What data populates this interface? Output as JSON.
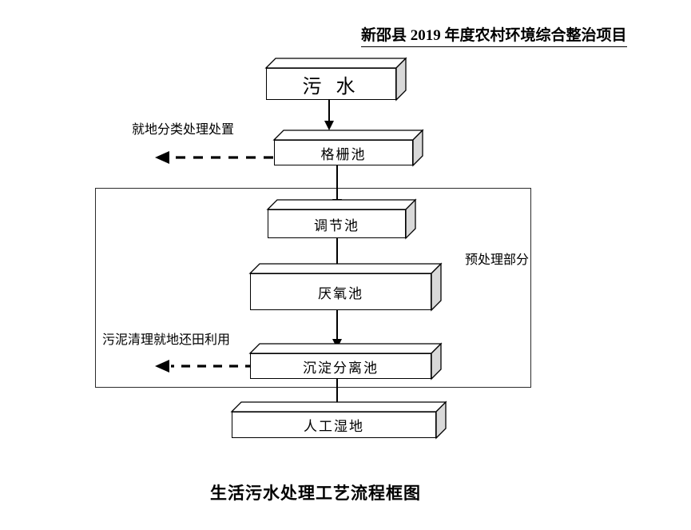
{
  "document": {
    "title": "新邵县 2019 年度农村环境综合整治项目",
    "caption": "生活污水处理工艺流程框图"
  },
  "diagram": {
    "type": "process-flowchart",
    "orientation": "top-to-bottom",
    "region": {
      "label": "预处理部分",
      "contains": [
        "调节池",
        "厌氧池",
        "沉淀分离池"
      ]
    },
    "nodes": [
      {
        "id": "n1",
        "label": "污  水",
        "shape": "isometric-box"
      },
      {
        "id": "n2",
        "label": "格栅池",
        "shape": "isometric-box"
      },
      {
        "id": "n3",
        "label": "调节池",
        "shape": "isometric-box"
      },
      {
        "id": "n4",
        "label": "厌氧池",
        "shape": "isometric-box"
      },
      {
        "id": "n5",
        "label": "沉淀分离池",
        "shape": "isometric-box"
      },
      {
        "id": "n6",
        "label": "人工湿地",
        "shape": "isometric-box"
      }
    ],
    "branch_labels": [
      {
        "id": "b1",
        "label": "就地分类处理处置",
        "from": "格栅池",
        "style": "dashed-arrow-left"
      },
      {
        "id": "b2",
        "label": "污泥清理就地还田利用",
        "from": "沉淀分离池",
        "style": "dashed-arrow-left"
      }
    ],
    "edges": [
      {
        "from": "污  水",
        "to": "格栅池",
        "style": "solid-arrow-down"
      },
      {
        "from": "格栅池",
        "to": "调节池",
        "style": "solid-arrow-down"
      },
      {
        "from": "调节池",
        "to": "厌氧池",
        "style": "solid-arrow-down"
      },
      {
        "from": "厌氧池",
        "to": "沉淀分离池",
        "style": "solid-arrow-down"
      },
      {
        "from": "沉淀分离池",
        "to": "人工湿地",
        "style": "solid-arrow-down"
      }
    ],
    "colors": {
      "stroke": "#000000",
      "face_front": "#ffffff",
      "face_top": "#ffffff",
      "face_side": "#d9d9d9",
      "region_stroke": "#2b2b2b",
      "text": "#000000"
    }
  }
}
